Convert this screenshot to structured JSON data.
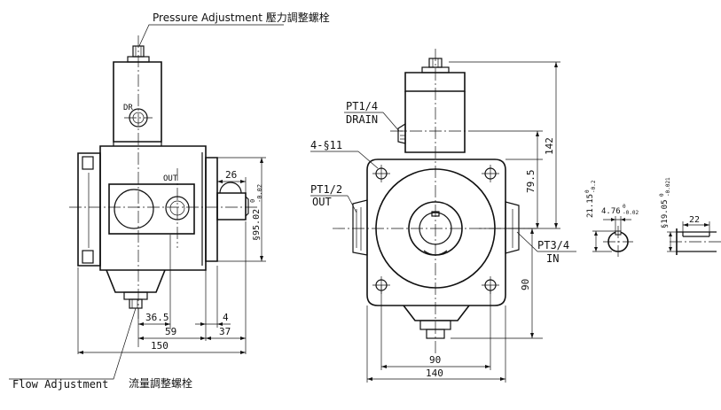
{
  "callouts": {
    "pressure_adjustment": "Pressure Adjustment 壓力調整螺栓",
    "flow_adjustment": "Flow Adjustment",
    "flow_adjustment_cn": "流量調整螺栓"
  },
  "ports": {
    "dr": "DR",
    "out_label": "OUT",
    "pt14": "PT1/4",
    "drain": "DRAIN",
    "pt12": "PT1/2",
    "out_port": "OUT",
    "pt34": "PT3/4",
    "in": "IN",
    "holes": "4-§11"
  },
  "dims_left": {
    "d26": "26",
    "d36_5": "36.5",
    "d59": "59",
    "d4": "4",
    "d37": "37",
    "d150": "150",
    "dia95": "§95.02",
    "dia95_tol_top": "0",
    "dia95_tol_bot": "-0.02"
  },
  "dims_right": {
    "d142": "142",
    "d79_5": "79.5",
    "d90v": "90",
    "d90h": "90",
    "d140": "140"
  },
  "dims_shaft": {
    "d21_15": "21.15",
    "d21_tol_top": "0",
    "d21_tol_bot": "-0.2",
    "d4_76": "4.76",
    "d4_tol": "-0.02",
    "d4_tol_top": "0",
    "dia19_05": "§19.05",
    "d19_tol_top": "0",
    "d19_tol_bot": "-0.021",
    "d22": "22"
  }
}
